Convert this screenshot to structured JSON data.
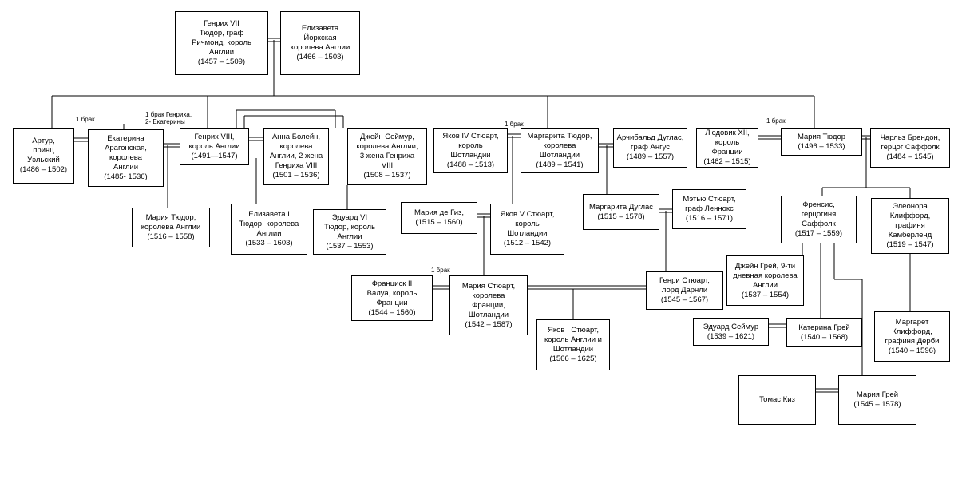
{
  "persons": {
    "henry7": [
      "Генрих VII",
      "Тюдор, граф",
      "Ричмонд, король",
      "Англии",
      "(1457 – 1509)"
    ],
    "elizabeth_york": [
      "Елизавета",
      "Йоркская",
      "королева Англии",
      "(1466 – 1503)"
    ],
    "arthur": [
      "Артур,",
      "принц",
      "Уэльский",
      "(1486 – 1502)"
    ],
    "catherine": [
      "Екатерина",
      "Арагонская,",
      "королева",
      "Англии",
      "(1485- 1536)"
    ],
    "henry8": [
      "Генрих VIII,",
      "король Англии",
      "(1491—1547)"
    ],
    "anne_boleyn": [
      "Анна Болейн,",
      "королева",
      "Англии, 2 жена",
      "Генриха VIII",
      "(1501 – 1536)"
    ],
    "jane_seymour": [
      "Джейн Сеймур,",
      "королева Англии,",
      "3 жена Генриха",
      "VIII",
      "(1508 – 1537)"
    ],
    "james4": [
      "Яков IV Стюарт,",
      "король",
      "Шотландии",
      "(1488 – 1513)"
    ],
    "margaret_tudor": [
      "Маргарита Тюдор,",
      "королева",
      "Шотландии",
      "(1489 – 1541)"
    ],
    "archibald": [
      "Арчибальд Дуглас,",
      "граф Ангус",
      "(1489 – 1557)"
    ],
    "louis12": [
      "Людовик XII,",
      "король Франции",
      "(1462 – 1515)"
    ],
    "mary_tudor_sis": [
      "Мария Тюдор",
      "(1496 – 1533)"
    ],
    "charles_brandon": [
      "Чарльз Брендон,",
      "герцог Саффолк",
      "(1484 – 1545)"
    ],
    "mary1": [
      "Мария Тюдор,",
      "королева Англии",
      "(1516 – 1558)"
    ],
    "elizabeth1": [
      "Елизавета I",
      "Тюдор, королева",
      "Англии",
      "(1533 – 1603)"
    ],
    "edward6": [
      "Эдуард VI",
      "Тюдор, король",
      "Англии",
      "(1537 – 1553)"
    ],
    "mary_guise": [
      "Мария де Гиз,",
      "(1515 – 1560)"
    ],
    "james5": [
      "Яков V Стюарт,",
      "король",
      "Шотландии",
      "(1512 – 1542)"
    ],
    "margaret_douglas": [
      "Маргарита Дуглас",
      "(1515 – 1578)"
    ],
    "matthew_stuart": [
      "Мэтью Стюарт,",
      "граф Леннокс",
      "(1516 – 1571)"
    ],
    "frances": [
      "Френсис,",
      "герцогиня",
      "Саффолк",
      "(1517 – 1559)"
    ],
    "eleanor": [
      "Элеонора",
      "Клиффорд,",
      "графиня",
      "Камберленд",
      "(1519 – 1547)"
    ],
    "francis2": [
      "Франциск II",
      "Валуа, король",
      "Франции",
      "(1544 – 1560)"
    ],
    "mary_stuart": [
      "Мария Стюарт,",
      "королева",
      "Франции,",
      "Шотландии",
      "(1542 – 1587)"
    ],
    "darnley": [
      "Генри Стюарт,",
      "лорд Дарнли",
      "(1545 – 1567)"
    ],
    "jane_grey": [
      "Джейн Грей, 9-ти",
      "дневная королева",
      "Англии",
      "(1537 – 1554)"
    ],
    "james1": [
      "Яков I Стюарт,",
      "король Англии и",
      "Шотландии",
      "(1566 – 1625)"
    ],
    "edward_seymour": [
      "Эдуард Сеймур",
      "(1539 – 1621)"
    ],
    "katherine_grey": [
      "Катерина Грей",
      "(1540 – 1568)"
    ],
    "margaret_clifford": [
      "Маргарет",
      "Клиффорд,",
      "графиня Дерби",
      "(1540 – 1596)"
    ],
    "thomas_keyes": [
      "Томас Киз"
    ],
    "mary_grey": [
      "Мария Грей",
      "(1545 – 1578)"
    ]
  },
  "notes": {
    "marriage_1": "1 брак",
    "henry_catherine_line1": "1 брак Генриха,",
    "henry_catherine_line2": "2- Екатерины",
    "marriage_james": "1 брак",
    "marriage_louis": "1 брак",
    "marriage_francis": "1 брак"
  },
  "colors": {
    "line": "#000000",
    "background": "#ffffff"
  }
}
